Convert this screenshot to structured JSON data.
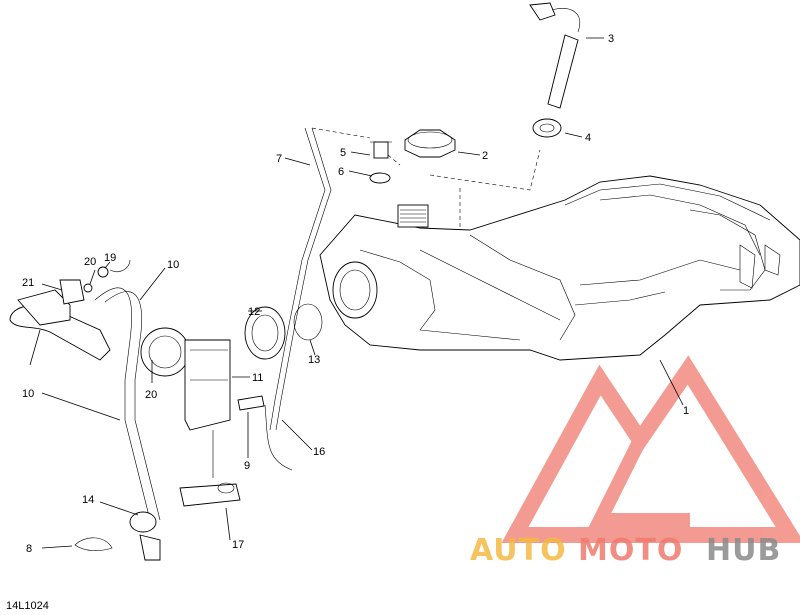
{
  "diagram": {
    "reference_code": "14L1024",
    "callouts": [
      {
        "id": "c1",
        "label": "1"
      },
      {
        "id": "c2",
        "label": "2"
      },
      {
        "id": "c3",
        "label": "3"
      },
      {
        "id": "c4",
        "label": "4"
      },
      {
        "id": "c5",
        "label": "5"
      },
      {
        "id": "c6",
        "label": "6"
      },
      {
        "id": "c7",
        "label": "7"
      },
      {
        "id": "c8",
        "label": "8"
      },
      {
        "id": "c9",
        "label": "9"
      },
      {
        "id": "c10a",
        "label": "10"
      },
      {
        "id": "c10b",
        "label": "10"
      },
      {
        "id": "c11",
        "label": "11"
      },
      {
        "id": "c12",
        "label": "12"
      },
      {
        "id": "c13",
        "label": "13"
      },
      {
        "id": "c14",
        "label": "14"
      },
      {
        "id": "c16",
        "label": "16"
      },
      {
        "id": "c17",
        "label": "17"
      },
      {
        "id": "c19",
        "label": "19"
      },
      {
        "id": "c20a",
        "label": "20"
      },
      {
        "id": "c20b",
        "label": "20"
      },
      {
        "id": "c21",
        "label": "21"
      }
    ]
  },
  "watermark": {
    "word_a": "AUTO",
    "word_b": "MOTO",
    "word_c": "HUB",
    "color_orange": "#f5b942",
    "color_red": "#f07a6e",
    "color_gray": "#8a8a8a"
  }
}
